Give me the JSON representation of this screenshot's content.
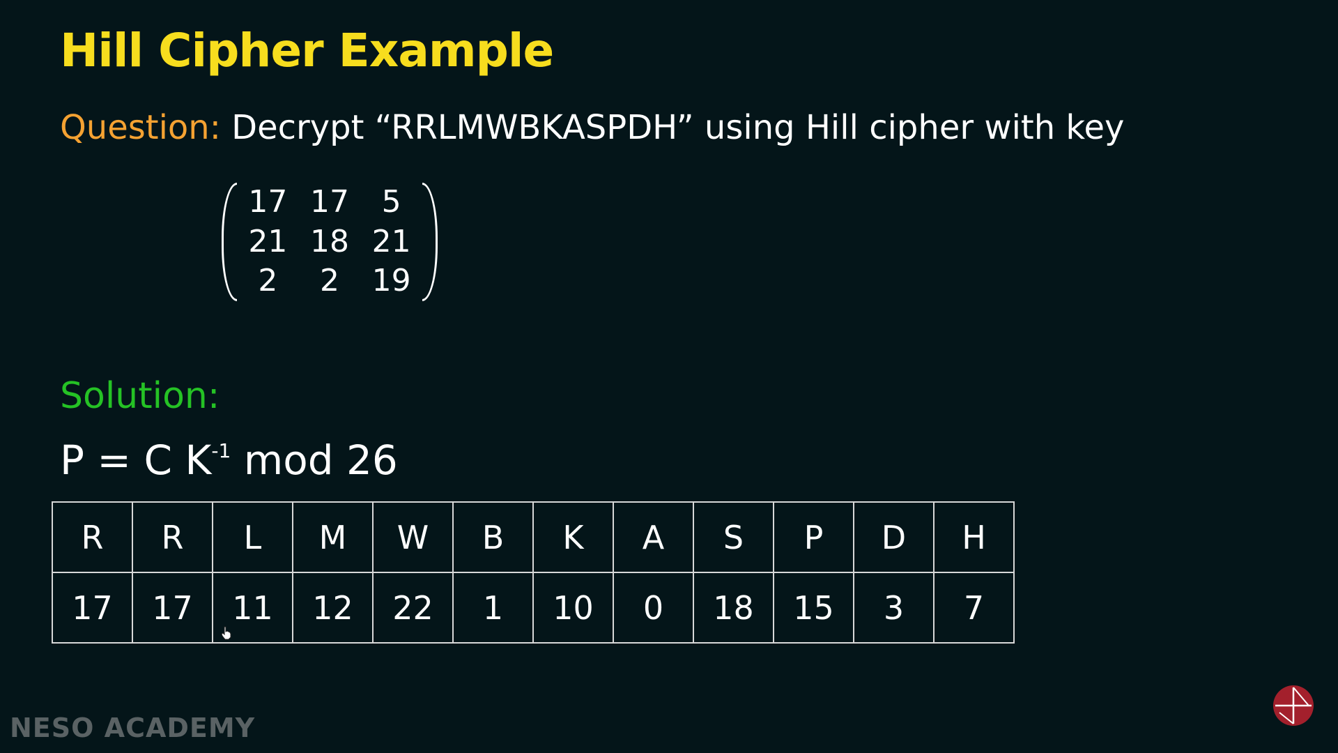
{
  "title": "Hill Cipher Example",
  "question": {
    "label": "Question:",
    "text": "Decrypt “RRLMWBKASPDH” using Hill cipher with key"
  },
  "matrix": [
    [
      "17",
      "17",
      "5"
    ],
    [
      "21",
      "18",
      "21"
    ],
    [
      "2",
      "2",
      "19"
    ]
  ],
  "solution_label": "Solution:",
  "formula": {
    "main": "P = C K",
    "superscript": "-1",
    "tail": " mod 26"
  },
  "table": {
    "letters": [
      "R",
      "R",
      "L",
      "M",
      "W",
      "B",
      "K",
      "A",
      "S",
      "P",
      "D",
      "H"
    ],
    "numbers": [
      "17",
      "17",
      "11",
      "12",
      "22",
      "1",
      "10",
      "0",
      "18",
      "15",
      "3",
      "7"
    ]
  },
  "watermark": "NESO ACADEMY",
  "colors": {
    "background": "#041519",
    "title": "#f7dd1e",
    "question_label": "#f5a232",
    "solution_label": "#25c225",
    "logo": "#a3202c"
  },
  "icons": {
    "logo": "neso-academy-logo-icon",
    "cursor": "hand-cursor-icon"
  }
}
